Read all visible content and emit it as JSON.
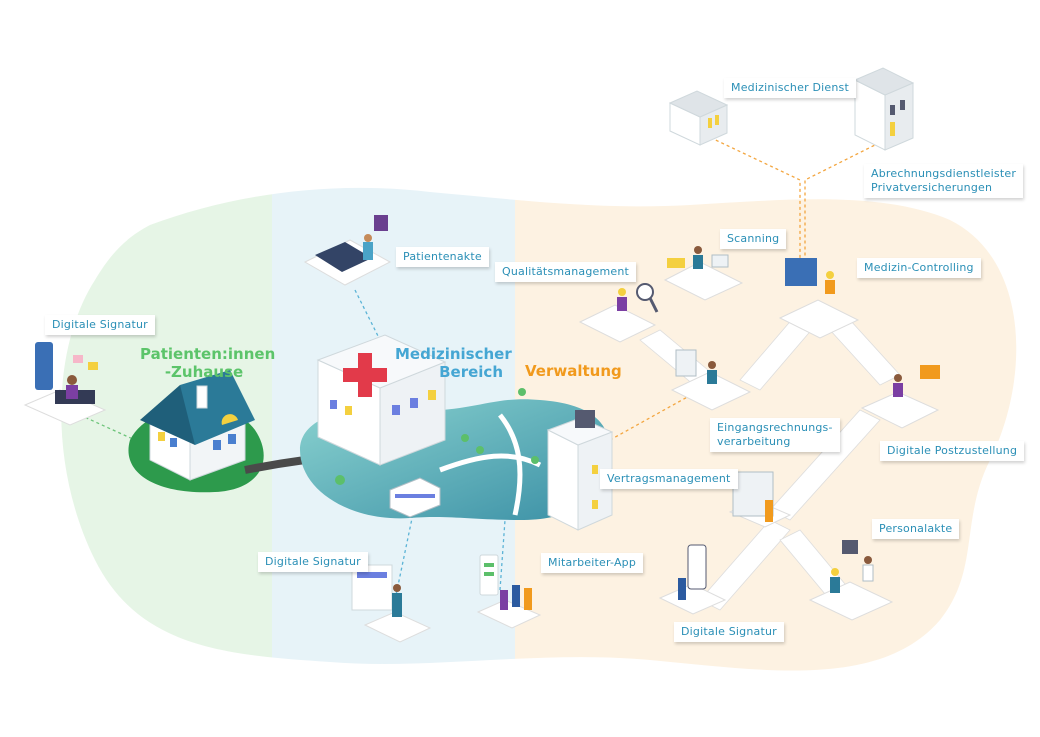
{
  "zones": {
    "home": {
      "line1": "Patienten:innen",
      "line2": "-Zuhause",
      "color": "#5cc46a"
    },
    "medical": {
      "line1": "Medizinischer",
      "line2": "Bereich",
      "color": "#45a6d3"
    },
    "admin": {
      "line1": "Verwaltung",
      "color": "#f19a1d"
    }
  },
  "labels": {
    "digitale_signatur_home": "Digitale Signatur",
    "patientenakte": "Patientenakte",
    "digitale_signatur_med": "Digitale Signatur",
    "mitarbeiter_app": "Mitarbeiter-App",
    "medizinischer_dienst": "Medizinischer Dienst",
    "abrechnung_line1": "Abrechnungsdienstleister",
    "abrechnung_line2": "Privatversicherungen",
    "scanning": "Scanning",
    "qualitaetsmanagement": "Qualitätsmanagement",
    "medizin_controlling": "Medizin-Controlling",
    "eingang_line1": "Eingangsrechnungs-",
    "eingang_line2": "verarbeitung",
    "digitale_postzustellung": "Digitale Postzustellung",
    "vertragsmanagement": "Vertragsmanagement",
    "personalakte": "Personalakte",
    "digitale_signatur_admin": "Digitale Signatur"
  },
  "colors": {
    "label_text": "#2a8fb6",
    "home_bg": "#e6f5e6",
    "med_bg": "#e7f3f8",
    "admin_bg": "#fdf2e2",
    "teal_island": "#3f98a8",
    "link_dotted_blue": "#5bb3d6",
    "link_dotted_orange": "#f3a640",
    "link_dotted_green": "#6cc479"
  }
}
